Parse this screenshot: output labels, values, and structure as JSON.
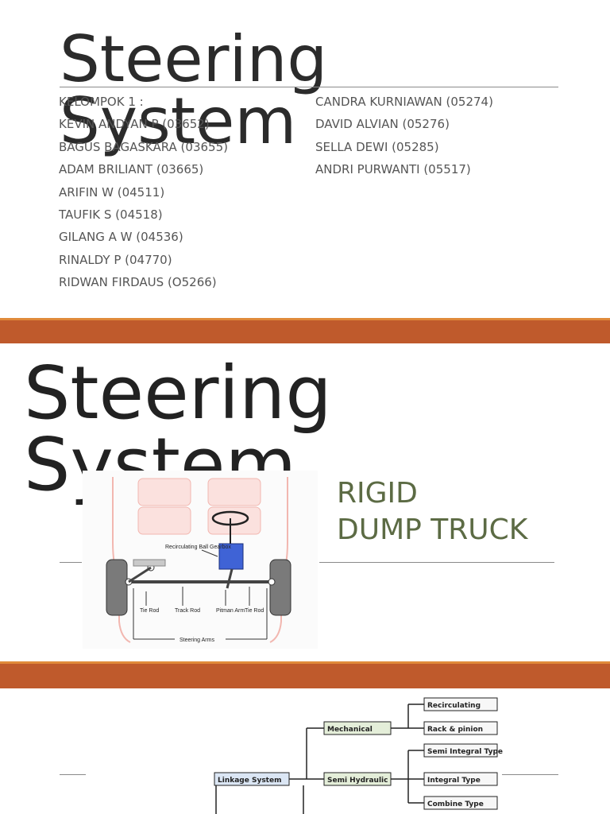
{
  "slide1": {
    "title_line1": "Steering",
    "title_line2": "System",
    "members_left": [
      "KELOMPOK 1 :",
      "KEVIN ANDYAN P (03652)",
      "BAGUS BAGASKARA (03655)",
      "ADAM BRILIANT (03665)",
      "ARIFIN W (04511)",
      "TAUFIK S (04518)",
      "GILANG A W (04536)",
      "RINALDY P (04770)",
      "RIDWAN FIRDAUS (O5266)"
    ],
    "members_right": [
      "CANDRA KURNIAWAN (05274)",
      "DAVID ALVIAN (05276)",
      "SELLA DEWI (05285)",
      "ANDRI PURWANTI (05517)"
    ]
  },
  "slide2": {
    "title_line1": "Steering",
    "title_line2": "System",
    "subtitle_line1": "RIGID",
    "subtitle_line2": "DUMP TRUCK",
    "diagram_labels": {
      "gearbox": "Recirculating Ball Gearbox",
      "tie_rod_left": "Tie Rod",
      "track_rod": "Track Rod",
      "pitman_arm": "Pitman Arm",
      "tie_rod_right": "Tie Rod",
      "steering_arms": "Steering Arms"
    }
  },
  "slide3": {
    "root": "Linkage System",
    "branches": [
      {
        "label": "Mechanical",
        "children": [
          "Recirculating",
          "Rack & pinion"
        ]
      },
      {
        "label": "Semi Hydraulic",
        "children": [
          "Semi Integral Type",
          "Integral Type",
          "Combine Type"
        ]
      }
    ]
  },
  "colors": {
    "band": "#bf5a2c",
    "band_highlight": "#e08a3a",
    "title": "#2b2b2b",
    "subtitle": "#5c6b44",
    "root_box": "#dbe6f4",
    "branch_box": "#e4eed9"
  }
}
